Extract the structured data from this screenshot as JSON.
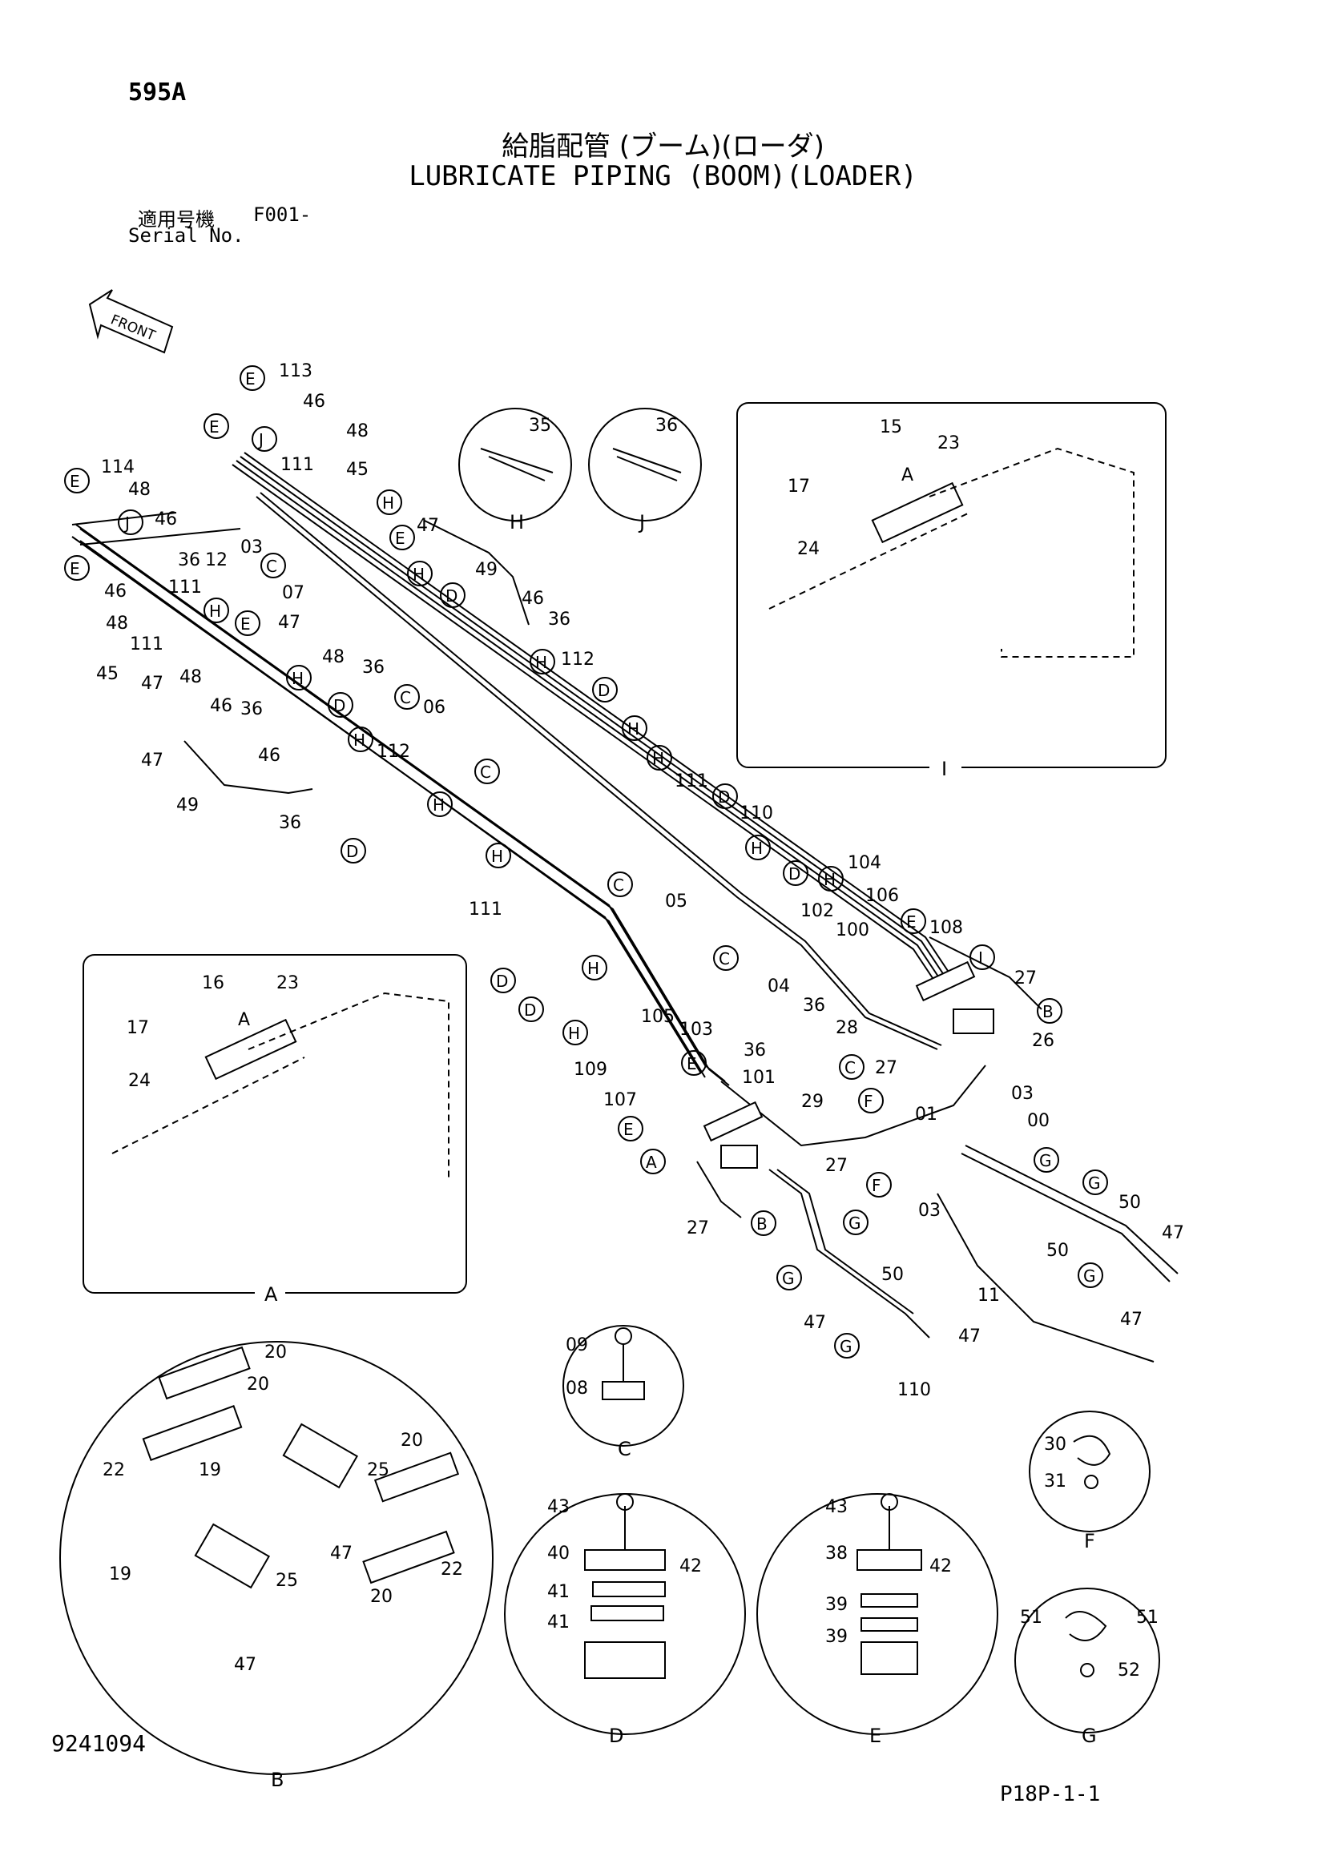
{
  "header": {
    "code": "595A",
    "title_jp": "給脂配管 (ブーム)(ローダ)",
    "title_en": "LUBRICATE PIPING (BOOM)(LOADER)",
    "serial_label_jp": "適用号機",
    "serial_value": "F001-",
    "serial_label_en": "Serial No."
  },
  "footer": {
    "doc_number": "9241094",
    "page_ref": "P18P-1-1"
  },
  "front_arrow": "FRONT",
  "view_labels": {
    "A": "A",
    "B": "B",
    "C": "C",
    "D": "D",
    "E": "E",
    "F": "F",
    "G": "G",
    "H": "H",
    "I": "I",
    "J": "J"
  },
  "main_parts": [
    "113",
    "46",
    "48",
    "45",
    "111",
    "114",
    "48",
    "46",
    "36",
    "12",
    "03",
    "07",
    "111",
    "48",
    "45",
    "111",
    "46",
    "47",
    "48",
    "36",
    "47",
    "49",
    "46",
    "36",
    "112",
    "06",
    "47",
    "48",
    "46",
    "36",
    "47",
    "49",
    "46",
    "36",
    "112",
    "111",
    "110",
    "104",
    "106",
    "108",
    "05",
    "102",
    "100",
    "04",
    "36",
    "28",
    "27",
    "26",
    "27",
    "03",
    "01",
    "00",
    "105",
    "103",
    "36",
    "101",
    "109",
    "107",
    "29",
    "27",
    "27",
    "50",
    "47",
    "47",
    "11",
    "03",
    "50",
    "50",
    "47",
    "47",
    "110",
    "111"
  ],
  "detail_I_parts": [
    "15",
    "23",
    "17",
    "24"
  ],
  "detail_A_parts": [
    "16",
    "23",
    "17",
    "24"
  ],
  "detail_B_parts": [
    "20",
    "20",
    "20",
    "22",
    "19",
    "25",
    "47",
    "22",
    "20",
    "19",
    "25",
    "47"
  ],
  "detail_C_parts": [
    "09",
    "08"
  ],
  "detail_D_parts": [
    "43",
    "40",
    "42",
    "41",
    "41"
  ],
  "detail_E_parts": [
    "43",
    "38",
    "42",
    "39",
    "39"
  ],
  "detail_F_parts": [
    "30",
    "31"
  ],
  "detail_G_parts": [
    "51",
    "51",
    "52"
  ],
  "detail_H_parts": [
    "35"
  ],
  "detail_J_parts": [
    "36"
  ]
}
